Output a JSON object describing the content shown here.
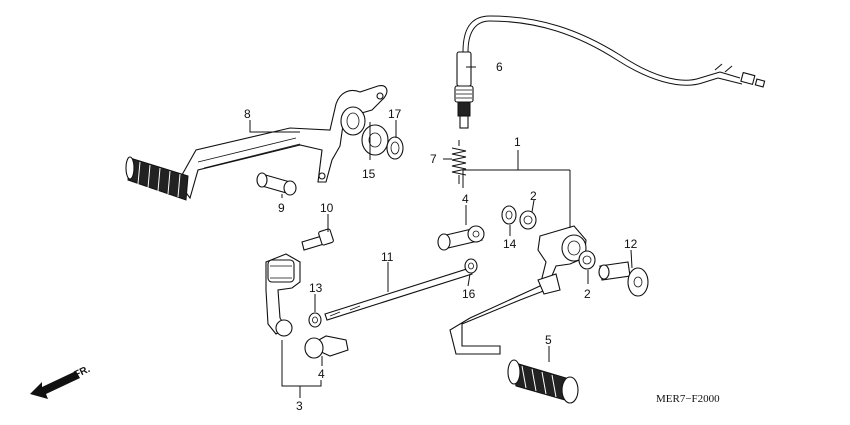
{
  "diagram": {
    "code": "MER7−F2000",
    "direction_label": "FR.",
    "callouts": [
      {
        "id": "c1",
        "label": "1"
      },
      {
        "id": "c2a",
        "label": "2"
      },
      {
        "id": "c2b",
        "label": "2"
      },
      {
        "id": "c3",
        "label": "3"
      },
      {
        "id": "c4a",
        "label": "4"
      },
      {
        "id": "c4b",
        "label": "4"
      },
      {
        "id": "c5",
        "label": "5"
      },
      {
        "id": "c6",
        "label": "6"
      },
      {
        "id": "c7",
        "label": "7"
      },
      {
        "id": "c8",
        "label": "8"
      },
      {
        "id": "c9",
        "label": "9"
      },
      {
        "id": "c10",
        "label": "10"
      },
      {
        "id": "c11",
        "label": "11"
      },
      {
        "id": "c12",
        "label": "12"
      },
      {
        "id": "c13",
        "label": "13"
      },
      {
        "id": "c14",
        "label": "14"
      },
      {
        "id": "c15",
        "label": "15"
      },
      {
        "id": "c16",
        "label": "16"
      },
      {
        "id": "c17",
        "label": "17"
      }
    ]
  }
}
